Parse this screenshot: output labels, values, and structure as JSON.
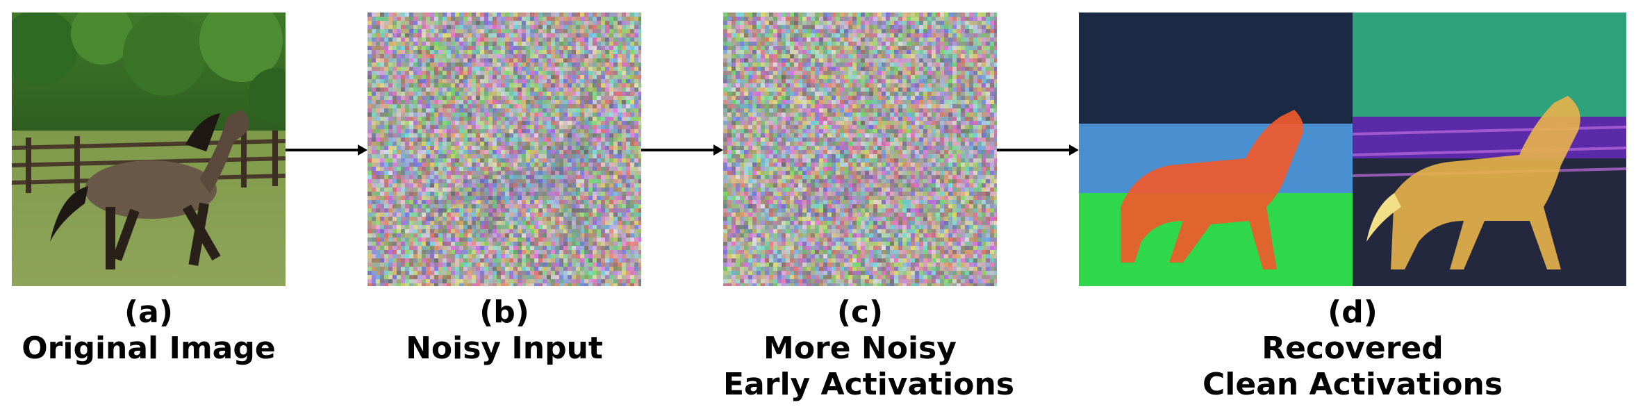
{
  "panels": [
    {
      "letter": "(a)",
      "line1": "Original Image",
      "line2": ""
    },
    {
      "letter": "(b)",
      "line1": "Noisy Input",
      "line2": ""
    },
    {
      "letter": "(c)",
      "line1": "More Noisy",
      "line2": "Early Activations"
    },
    {
      "letter": "(d)",
      "line1": "Recovered",
      "line2": "Clean Activations"
    }
  ],
  "colors": {
    "arrow": "#000000",
    "caption": "#000000"
  }
}
